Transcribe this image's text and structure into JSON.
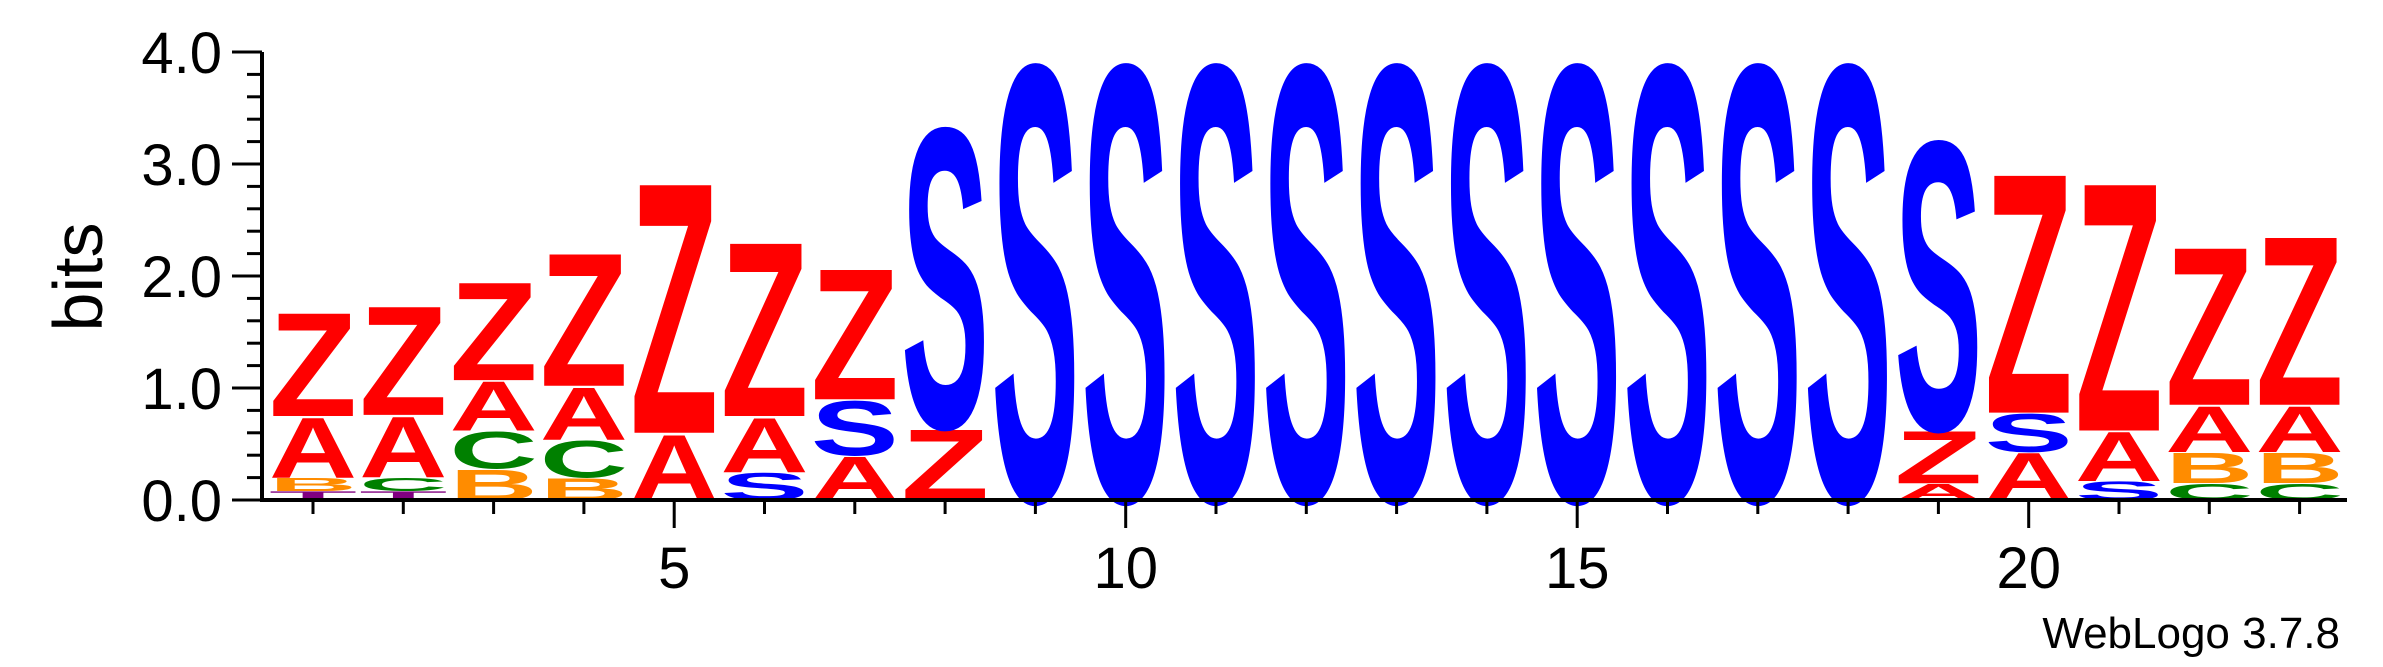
{
  "chart_data": {
    "type": "sequence-logo",
    "ylabel": "bits",
    "ylim": [
      0,
      4.0
    ],
    "y_ticks": [
      "0.0",
      "1.0",
      "2.0",
      "3.0",
      "4.0"
    ],
    "x_ticks": [
      5,
      10,
      15,
      20
    ],
    "credit": "WebLogo 3.7.8",
    "colors": {
      "Z": "#ff0000",
      "A": "#ff0000",
      "S": "#0000ff",
      "C": "#008000",
      "B": "#ff8c00",
      "T": "#800080"
    },
    "positions": [
      {
        "pos": 1,
        "stack": [
          [
            "T",
            0.08
          ],
          [
            "B",
            0.12
          ],
          [
            "A",
            0.55
          ],
          [
            "Z",
            0.95
          ]
        ]
      },
      {
        "pos": 2,
        "stack": [
          [
            "T",
            0.08
          ],
          [
            "C",
            0.12
          ],
          [
            "A",
            0.56
          ],
          [
            "Z",
            1.0
          ]
        ]
      },
      {
        "pos": 3,
        "stack": [
          [
            "B",
            0.28
          ],
          [
            "C",
            0.34
          ],
          [
            "A",
            0.45
          ],
          [
            "Z",
            0.9
          ]
        ]
      },
      {
        "pos": 4,
        "stack": [
          [
            "B",
            0.2
          ],
          [
            "C",
            0.34
          ],
          [
            "A",
            0.48
          ],
          [
            "Z",
            1.22
          ]
        ]
      },
      {
        "pos": 5,
        "stack": [
          [
            "A",
            0.6
          ],
          [
            "Z",
            2.3
          ]
        ]
      },
      {
        "pos": 6,
        "stack": [
          [
            "S",
            0.25
          ],
          [
            "A",
            0.5
          ],
          [
            "Z",
            1.6
          ]
        ]
      },
      {
        "pos": 7,
        "stack": [
          [
            "A",
            0.4
          ],
          [
            "S",
            0.5
          ],
          [
            "Z",
            1.2
          ]
        ]
      },
      {
        "pos": 8,
        "stack": [
          [
            "Z",
            0.65
          ],
          [
            "S",
            2.75
          ]
        ]
      },
      {
        "pos": 9,
        "stack": [
          [
            "S",
            4.0
          ]
        ]
      },
      {
        "pos": 10,
        "stack": [
          [
            "S",
            4.0
          ]
        ]
      },
      {
        "pos": 11,
        "stack": [
          [
            "S",
            4.0
          ]
        ]
      },
      {
        "pos": 12,
        "stack": [
          [
            "S",
            4.0
          ]
        ]
      },
      {
        "pos": 13,
        "stack": [
          [
            "S",
            4.0
          ]
        ]
      },
      {
        "pos": 14,
        "stack": [
          [
            "S",
            4.0
          ]
        ]
      },
      {
        "pos": 15,
        "stack": [
          [
            "S",
            4.0
          ]
        ]
      },
      {
        "pos": 16,
        "stack": [
          [
            "S",
            4.0
          ]
        ]
      },
      {
        "pos": 17,
        "stack": [
          [
            "S",
            4.0
          ]
        ]
      },
      {
        "pos": 18,
        "stack": [
          [
            "S",
            4.0
          ]
        ]
      },
      {
        "pos": 19,
        "stack": [
          [
            "A",
            0.15
          ],
          [
            "Z",
            0.48
          ],
          [
            "S",
            2.65
          ]
        ]
      },
      {
        "pos": 20,
        "stack": [
          [
            "A",
            0.43
          ],
          [
            "S",
            0.35
          ],
          [
            "Z",
            2.2
          ]
        ]
      },
      {
        "pos": 21,
        "stack": [
          [
            "S",
            0.17
          ],
          [
            "A",
            0.45
          ],
          [
            "Z",
            2.28
          ]
        ]
      },
      {
        "pos": 22,
        "stack": [
          [
            "C",
            0.15
          ],
          [
            "B",
            0.28
          ],
          [
            "A",
            0.42
          ],
          [
            "Z",
            1.45
          ]
        ]
      },
      {
        "pos": 23,
        "stack": [
          [
            "C",
            0.15
          ],
          [
            "B",
            0.28
          ],
          [
            "A",
            0.42
          ],
          [
            "Z",
            1.55
          ]
        ]
      }
    ]
  }
}
